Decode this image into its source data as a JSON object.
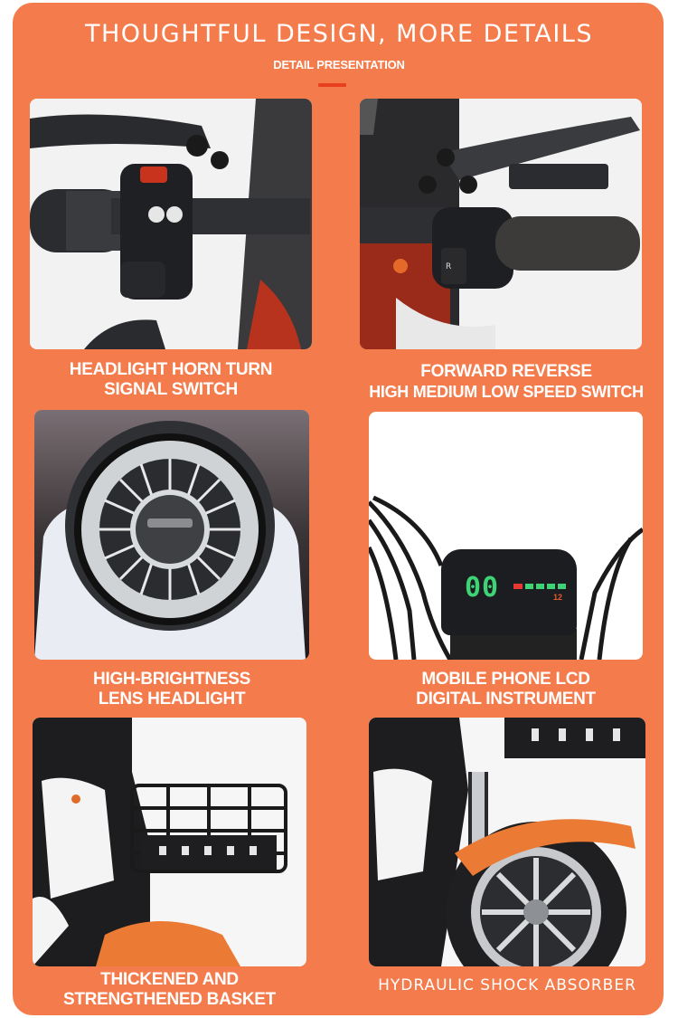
{
  "header": {
    "title": "THOUGHTFUL DESIGN, MORE DETAILS",
    "subtitle": "DETAIL PRESENTATION"
  },
  "colors": {
    "panel_orange": "#f47c4c",
    "accent_bar": "#e8401f",
    "caption_text": "#ffffff",
    "lcd_green": "#3ed375",
    "lcd_red": "#e53935"
  },
  "features": [
    {
      "id": "headlight-horn-turn-switch",
      "image_alt": "Left handlebar grip with headlight, horn and turn signal switch cluster",
      "caption_line1": "HEADLIGHT HORN TURN",
      "caption_line2": "SIGNAL SWITCH"
    },
    {
      "id": "forward-reverse-speed-switch",
      "image_alt": "Right handlebar grip with forward/reverse and high/medium/low speed switch",
      "caption_line1": "FORWARD REVERSE",
      "caption_line2": "HIGH MEDIUM LOW SPEED SWITCH"
    },
    {
      "id": "lens-headlight",
      "image_alt": "Round LED lens headlight with radial spokes",
      "caption_line1": "HIGH-BRIGHTNESS",
      "caption_line2": "LENS HEADLIGHT"
    },
    {
      "id": "lcd-instrument",
      "image_alt": "Mobile phone style LCD digital instrument display",
      "caption_line1": "MOBILE PHONE LCD",
      "caption_line2": "DIGITAL INSTRUMENT",
      "display": {
        "speed": "00",
        "unit": "12",
        "battery_bars": 5
      }
    },
    {
      "id": "basket",
      "image_alt": "Black metal front basket mounted on scooter",
      "caption_line1": "THICKENED AND",
      "caption_line2": "STRENGTHENED BASKET"
    },
    {
      "id": "shock-absorber",
      "image_alt": "Front wheel with orange fender and hydraulic shock absorber fork",
      "caption_line1": "HYDRAULIC SHOCK ABSORBER",
      "caption_line2": ""
    }
  ]
}
